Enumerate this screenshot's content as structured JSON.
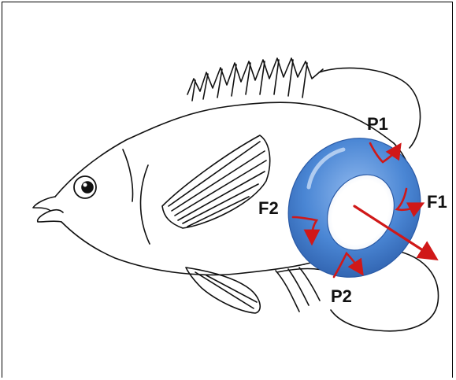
{
  "figure": {
    "subject_icon": "fish-outline-icon",
    "vortex_icon": "vortex-ring-torus-icon",
    "labels": {
      "p1": "P1",
      "p2": "P2",
      "f1": "F1",
      "f2": "F2"
    },
    "colors": {
      "ring": "#4a86d4",
      "ring_dark": "#2d5fae",
      "arrows": "#d01818",
      "outline": "#111111"
    }
  }
}
